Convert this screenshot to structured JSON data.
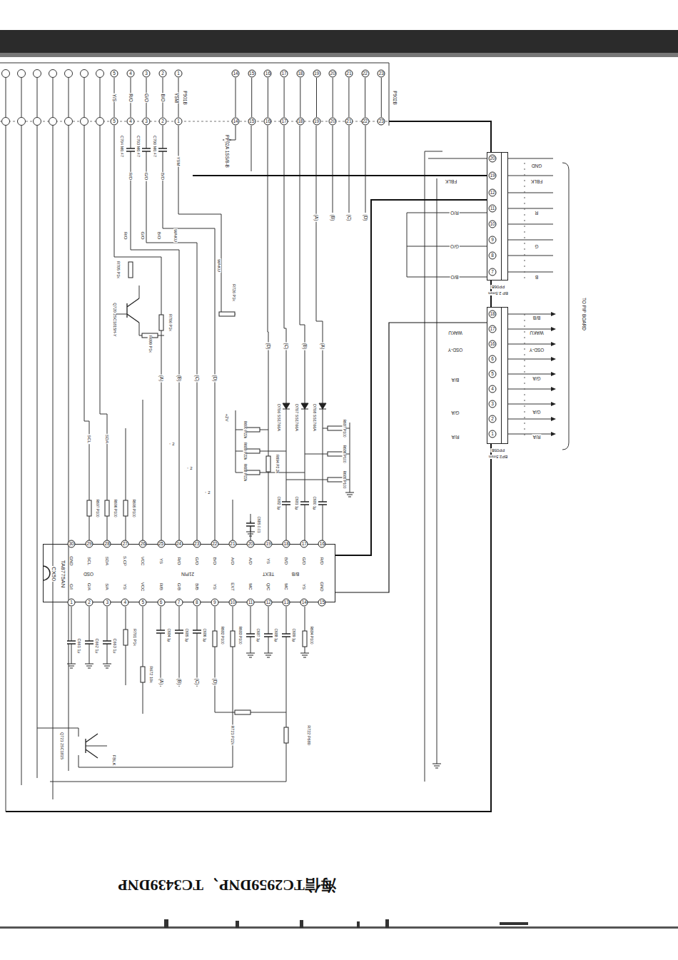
{
  "diagram": {
    "title": "海信TC2959DNP、TC3439DNP",
    "nodes": [
      {
        "text": [
          "CX50",
          "TA8775AN"
        ]
      },
      {
        "text": [
          "PP06B",
          "BP 2.5mm"
        ]
      },
      {
        "text": [
          "PP05B",
          "BP2.5mm"
        ]
      }
    ],
    "edges": [
      {
        "from": 0,
        "to": 1,
        "arrow": "none"
      },
      {
        "from": 0,
        "to": 2,
        "arrow": "none"
      }
    ],
    "labels": [
      "5",
      "4",
      "3",
      "2",
      "1",
      "14",
      "15",
      "16",
      "17",
      "18",
      "19",
      "20",
      "21",
      "22",
      "23",
      "5",
      "4",
      "3",
      "2",
      "1",
      "14",
      "15",
      "16",
      "17",
      "18",
      "19",
      "20",
      "21",
      "22",
      "23",
      "Y/S",
      "R/O",
      "G/O",
      "B/O",
      "YSM",
      "P901B",
      "P902B",
      "PP02A 1SS/8-B",
      "30",
      "29",
      "28",
      "27",
      "26",
      "25",
      "24",
      "23",
      "22",
      "21",
      "20",
      "19",
      "18",
      "17",
      "16",
      "1",
      "2",
      "3",
      "4",
      "5",
      "6",
      "7",
      "8",
      "9",
      "10",
      "11",
      "12",
      "13",
      "14",
      "15",
      "GND",
      "SCL",
      "SDA",
      "S.CP",
      "VCC",
      "YS",
      "R/O",
      "G/O",
      "B/O",
      "A/O",
      "A/D",
      "YS",
      "B/D",
      "G/D",
      "R/D",
      "G/I",
      "G/A",
      "S/A",
      "YS",
      "VCC",
      "R/B",
      "G/B",
      "B/B",
      "YS",
      "EXT",
      "MC",
      "Q/C",
      "MC",
      "YS",
      "GND",
      "OSD",
      "21PIN",
      "TEXT",
      "B/B",
      "20",
      "19",
      "12",
      "11",
      "10",
      "9",
      "8",
      "7",
      "18",
      "17",
      "16",
      "6",
      "5",
      "4",
      "3",
      "2",
      "1",
      "GND",
      "FBLK",
      "R",
      "G",
      "B",
      "FBLK",
      "R/O",
      "G/O",
      "B/O",
      "B/B",
      "WAKU",
      "OSD-Y",
      "G/A",
      "G/A",
      "R/A",
      "WAKU",
      "OSD-Y",
      "B/A",
      "G/A",
      "R/A",
      "TO PIP BOARD",
      "C704 M0.47",
      "C703 M0.47",
      "C700 M0.47",
      "R/D",
      "G/D",
      "B/D",
      "YSM",
      "R/O",
      "G/O",
      "B/O",
      "WAKU",
      "R705 P1k",
      "WAKU",
      "R726 P1k",
      "Q720 2SC1815H-Y",
      "R706 P1k",
      "R699 P1k",
      "(A)",
      "(B)",
      "(C)",
      "(D)",
      "(D)",
      "(C)",
      "(B)",
      "(A)",
      "(A)",
      "(B)",
      "(C)",
      "(D)",
      "D706 SS1766A",
      "D707 SS1766A",
      "D708 SS1766A",
      "+2V",
      "R690 P22k",
      "R689 P22k",
      "R688 P22k",
      "R694 P2.2k",
      "R687 P100",
      "R686 P100",
      "R685 P100",
      "C682 1μ",
      "C681 1μ",
      "C680 1μ",
      "C685 0.01",
      "・2",
      "・2",
      "・2",
      "SCL",
      "SDA",
      "R697 P100",
      "R696 P100",
      "R695 P100",
      "C684 1μ",
      "C685 1μ",
      "C686 1μ",
      "R682 P100",
      "R683 P100",
      "C687 1μ",
      "C688 1μ",
      "C689 1μ",
      "R684 P100",
      "C661 1μ",
      "C662 1μ",
      "C663 1μ",
      "R701 P1k",
      "R672 10k",
      "(A)",
      "(B)",
      "(C)",
      "(D)",
      "R721 P22k",
      "R722 P680",
      "Q721 2SC1815",
      "FBLK"
    ]
  }
}
